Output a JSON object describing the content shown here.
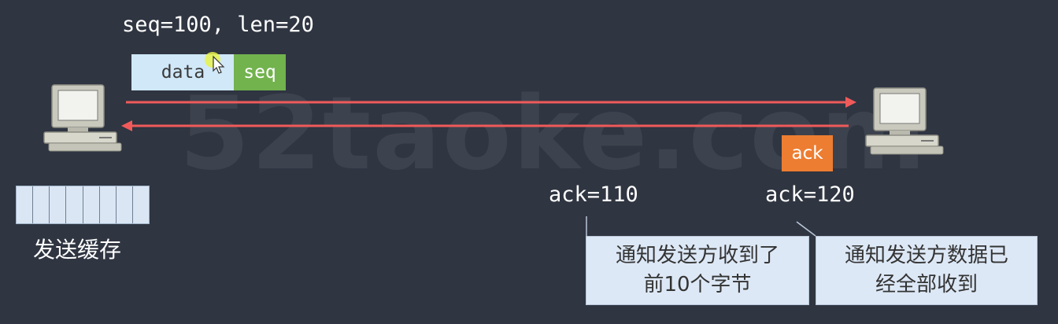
{
  "segment": {
    "header_text": "seq=100, len=20",
    "data_label": "data",
    "seq_label": "seq"
  },
  "reply": {
    "ack_box_label": "ack",
    "ack_first": "ack=110",
    "ack_second": "ack=120"
  },
  "buffer": {
    "label": "发送缓存",
    "cell_count": 8
  },
  "notes": {
    "note1_line1": "通知发送方收到了",
    "note1_line2": "前10个字节",
    "note2_line1": "通知发送方数据已",
    "note2_line2": "经全部收到"
  },
  "watermark": "52taoke.com",
  "colors": {
    "background": "#2f3541",
    "arrow": "#f05a5a",
    "data_box": "#d0e8f8",
    "seq_box": "#72b34e",
    "ack_box": "#ed7d31",
    "note_box": "#dde8f6"
  }
}
